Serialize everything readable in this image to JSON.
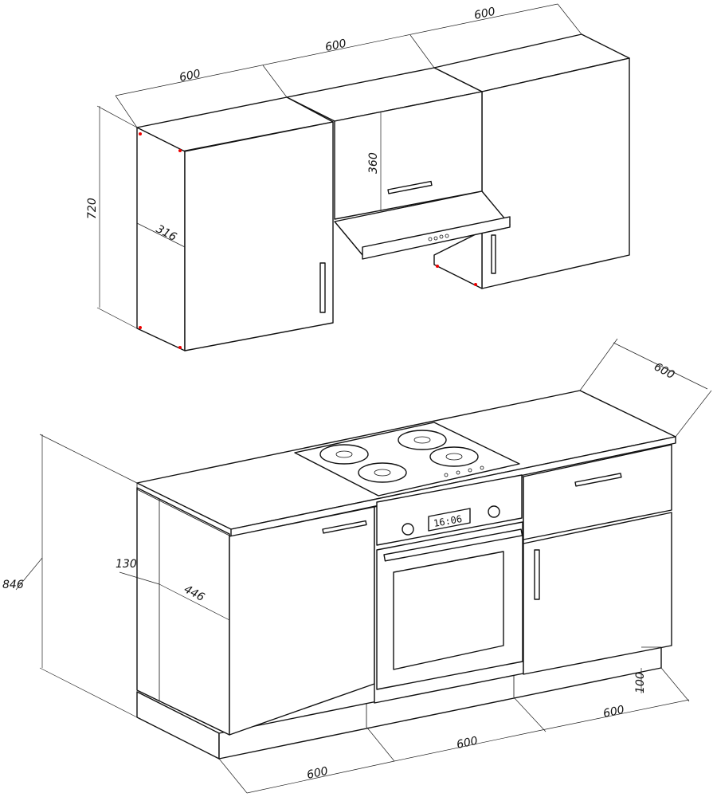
{
  "title": "Kitchen set dimension drawing",
  "upper": {
    "width_left": "600",
    "width_middle": "600",
    "width_right": "600",
    "height": "720",
    "depth": "316",
    "middle_height": "360"
  },
  "lower": {
    "depth": "600",
    "height": "846",
    "side_gap": "130",
    "side_depth": "446",
    "plinth_height": "100",
    "width_left": "600",
    "width_middle": "600",
    "width_right": "600"
  },
  "oven": {
    "clock": "16:06"
  }
}
